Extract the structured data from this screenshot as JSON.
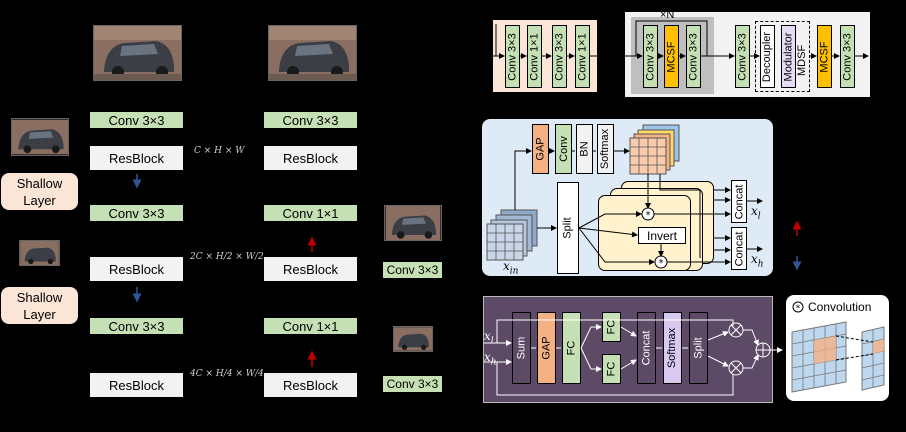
{
  "pipeline": {
    "shallow_layer": "Shallow Layer",
    "left_col": {
      "conv1": "Conv 3×3",
      "res1": "ResBlock",
      "conv2": "Conv 3×3",
      "res2": "ResBlock",
      "conv3": "Conv 3×3",
      "res3": "ResBlock"
    },
    "right_col": {
      "conv1": "Conv 3×3",
      "res1": "ResBlock",
      "conv2": "Conv 1×1",
      "res2": "ResBlock",
      "conv3": "Conv 1×1",
      "res3": "ResBlock"
    },
    "out_conv": "Conv 3×3",
    "dims": {
      "d1": "C × H × W",
      "d2": "2C × H/2 × W/2",
      "d3": "4C × H/4 × W/4"
    }
  },
  "block_top_left": [
    "Conv 3×3",
    "Conv 1×1",
    "Conv 3×3",
    "Conv 1×1"
  ],
  "block_top_right": {
    "repeat": "×N",
    "inner": [
      "Conv 3×3",
      "MCSF",
      "Conv 3×3"
    ],
    "outer": [
      "Conv 3×3",
      "Decoupler",
      "Modulator",
      "MDSF",
      "MCSF",
      "Conv 3×3"
    ]
  },
  "mdsf": {
    "gap": "GAP",
    "conv": "Conv",
    "bn": "BN",
    "softmax": "Softmax",
    "split": "Split",
    "invert": "Invert",
    "concat": "Concat",
    "x_in": "x",
    "x_in_sub": "in",
    "x_l": "x",
    "x_l_sub": "l",
    "x_h": "x",
    "x_h_sub": "h"
  },
  "mcsf": {
    "sum": "Sum",
    "gap": "GAP",
    "fc": "FC",
    "concat": "Concat",
    "softmax": "Softmax",
    "split": "Split",
    "x_l": "x",
    "x_l_sub": "l",
    "x_h": "x",
    "x_h_sub": "h"
  },
  "legend": {
    "convolution": "Convolution"
  },
  "colors": {
    "green": "#c5e0b4",
    "peach": "#fbe5d6",
    "orange": "#f4b183",
    "yellow": "#ffc000",
    "purple_panel": "#5d4a66",
    "lavender": "#d9c9f0",
    "grid_blue": "#bdd7ee",
    "up_arrow": "#c00000",
    "down_arrow": "#2f5597"
  }
}
